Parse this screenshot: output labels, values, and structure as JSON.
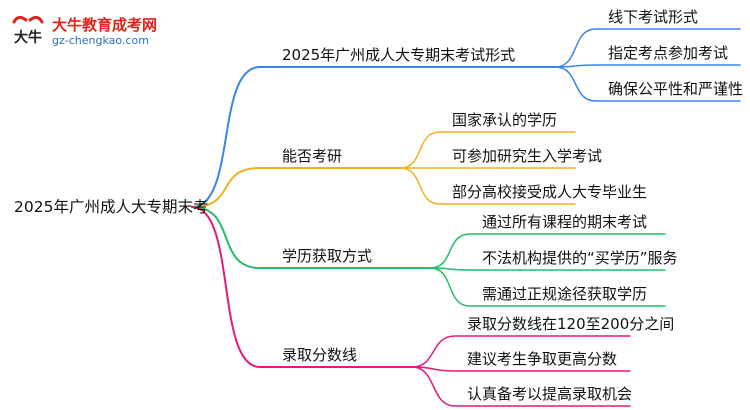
{
  "logo": {
    "title": "大牛教育成考网",
    "url": "gz-chengkao.com",
    "mark": "大牛"
  },
  "mindmap": {
    "root": "2025年广州成人大专期末考",
    "branches": [
      {
        "label": "2025年广州成人大专期末考试形式",
        "color": "#3a86e8",
        "children": [
          "线下考试形式",
          "指定考点参加考试",
          "确保公平性和严谨性"
        ]
      },
      {
        "label": "能否考研",
        "color": "#f2b01e",
        "children": [
          "国家承认的学历",
          "可参加研究生入学考试",
          "部分高校接受成人大专毕业生"
        ]
      },
      {
        "label": "学历获取方式",
        "color": "#1fbf6a",
        "children": [
          "通过所有课程的期末考试",
          "不法机构提供的“买学历”服务",
          "需通过正规途径获取学历"
        ]
      },
      {
        "label": "录取分数线",
        "color": "#e6197a",
        "children": [
          "录取分数线在120至200分之间",
          "建议考生争取更高分数",
          "认真备考以提高录取机会"
        ]
      }
    ]
  }
}
